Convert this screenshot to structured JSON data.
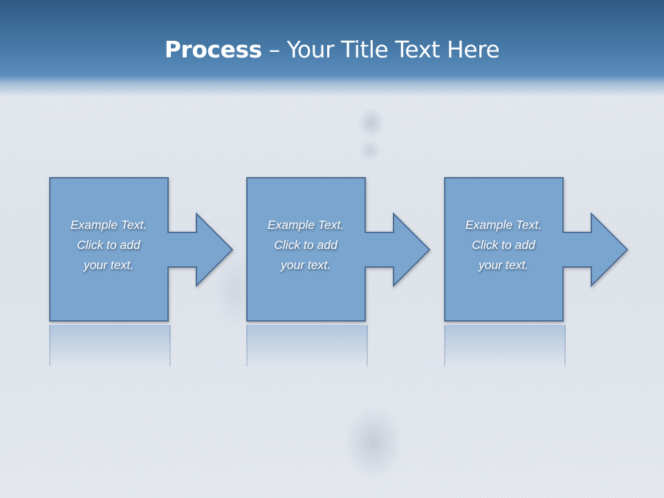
{
  "slide": {
    "title": {
      "bold": "Process",
      "rest": " – Your Title Text Here"
    },
    "steps": [
      {
        "lines": [
          "Example Text.",
          "Click  to add",
          "your text."
        ]
      },
      {
        "lines": [
          "Example Text.",
          "Click  to add",
          "your text."
        ]
      },
      {
        "lines": [
          "Example Text.",
          "Click  to add",
          "your text."
        ]
      }
    ],
    "colors": {
      "header_top": "#2f5a84",
      "header_bottom": "#5b8dbd",
      "box_fill": "#7aa5cf",
      "box_stroke": "#4d6d92"
    }
  }
}
